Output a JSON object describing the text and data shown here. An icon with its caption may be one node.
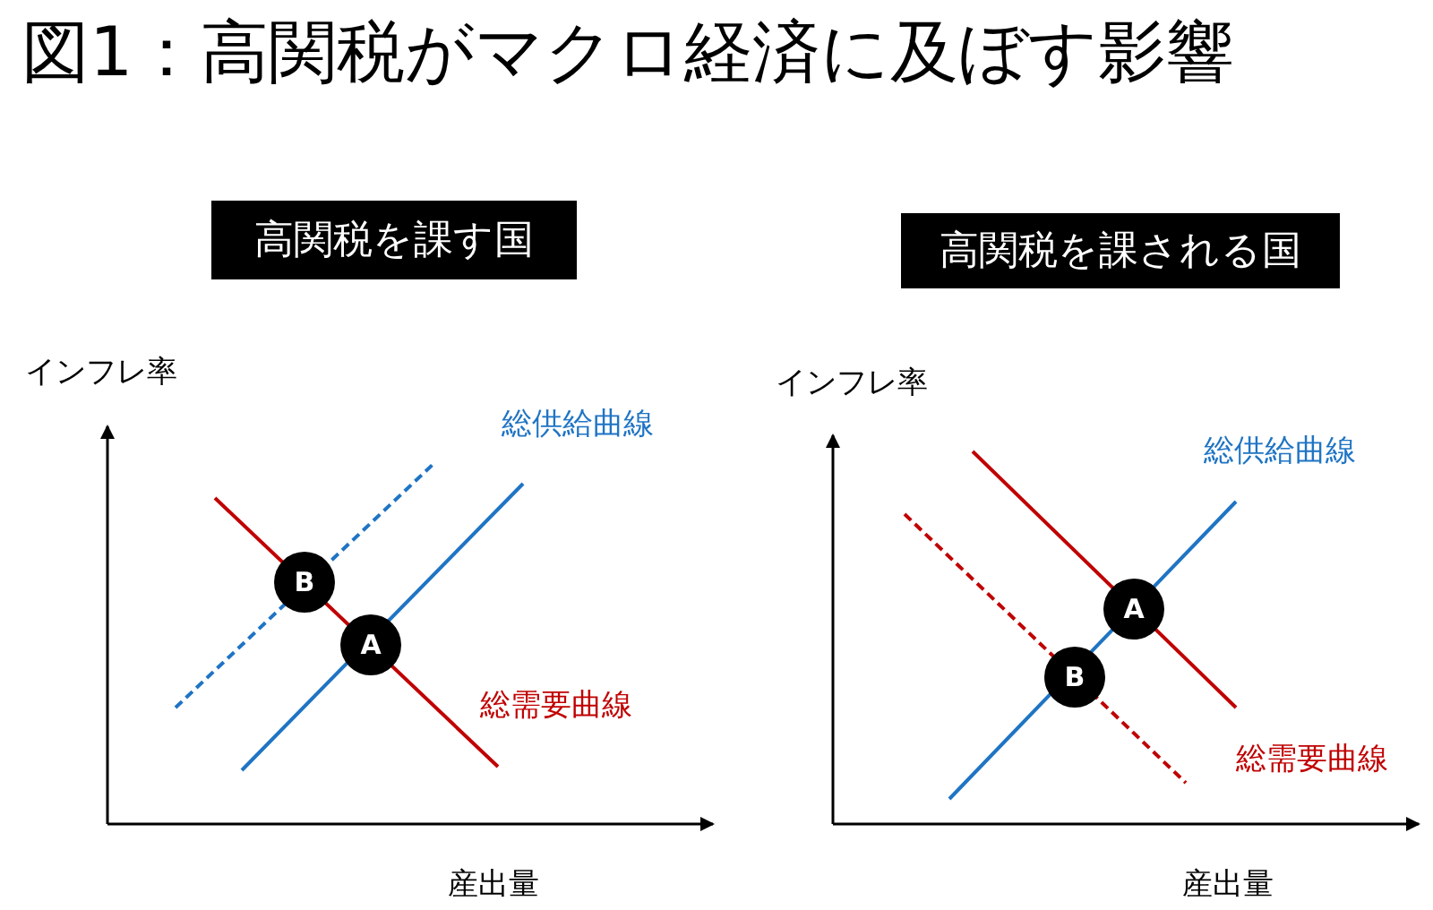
{
  "diagram": {
    "title": "図1：高関税がマクロ経済に及ぼす影響",
    "nodes": [
      {
        "text": [
          "高関税を課す国"
        ]
      },
      {
        "text": [
          "高関税を課される国"
        ]
      },
      {
        "text": [
          "B"
        ]
      },
      {
        "text": [
          "A"
        ]
      },
      {
        "text": [
          "A"
        ]
      },
      {
        "text": [
          "B"
        ]
      }
    ],
    "labels": [
      "インフレ率",
      "総供給曲線",
      "総需要曲線",
      "産出量",
      "インフレ率",
      "総供給曲線",
      "総需要曲線",
      "産出量"
    ]
  }
}
